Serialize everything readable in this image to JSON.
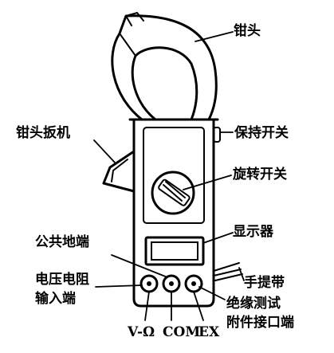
{
  "labels": {
    "jaw": "钳头",
    "jaw_trigger": "钳头扳机",
    "hold_switch": "保持开关",
    "rotary_switch": "旋转开关",
    "display": "显示器",
    "common_ground": "公共地端",
    "voltage_resistance_input_line1": "电压电阻",
    "voltage_resistance_input_line2": "输入端",
    "hand_strap": "手提带",
    "insulation_test_line1": "绝缘测试",
    "insulation_test_line2": "附件接口端"
  },
  "terminals": {
    "v_ohm": "V-Ω",
    "com": "COM",
    "ex": "EX"
  },
  "colors": {
    "ink": "#000000",
    "paper": "#ffffff"
  }
}
